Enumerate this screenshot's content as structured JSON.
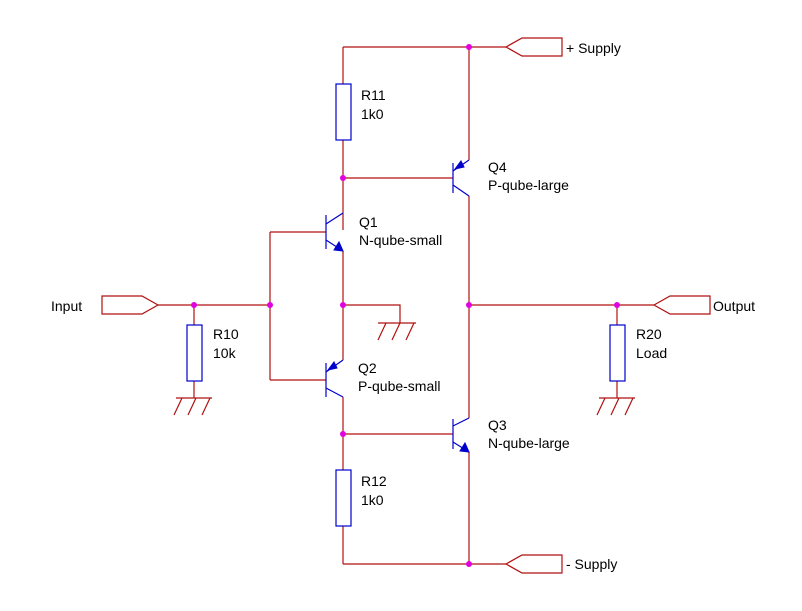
{
  "ports": {
    "input": "Input",
    "output": "Output",
    "plus_supply": "+ Supply",
    "minus_supply": "- Supply"
  },
  "components": {
    "r11": {
      "ref": "R11",
      "value": "1k0"
    },
    "r12": {
      "ref": "R12",
      "value": "1k0"
    },
    "r10": {
      "ref": "R10",
      "value": "10k"
    },
    "r20": {
      "ref": "R20",
      "value": "Load"
    },
    "q1": {
      "ref": "Q1",
      "value": "N-qube-small"
    },
    "q2": {
      "ref": "Q2",
      "value": "P-qube-small"
    },
    "q3": {
      "ref": "Q3",
      "value": "N-qube-large"
    },
    "q4": {
      "ref": "Q4",
      "value": "P-qube-large"
    }
  },
  "colors": {
    "wire": "#b01010",
    "component": "#0000cc",
    "junction": "#e000e0"
  }
}
